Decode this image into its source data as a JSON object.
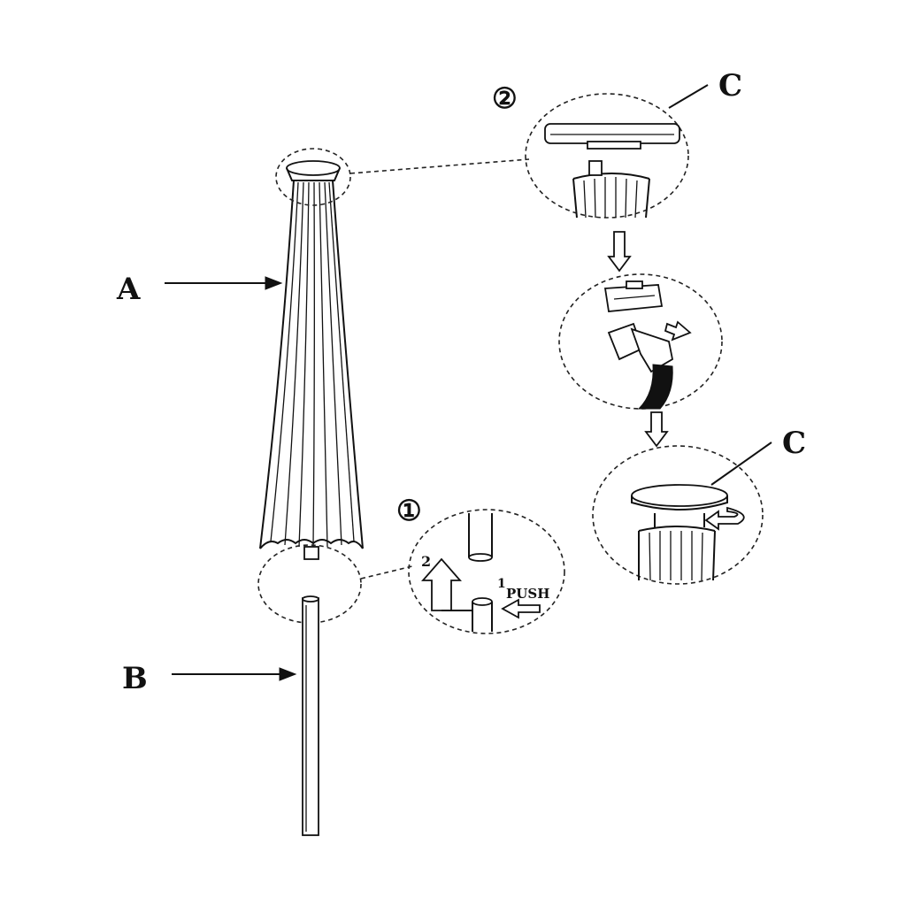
{
  "labels": {
    "a": "A",
    "b": "B",
    "c_top": "C",
    "c_bottom": "C"
  },
  "steps": {
    "step1": "①",
    "step2": "②"
  },
  "detail1": {
    "num2": "2",
    "num1": "1",
    "push": "PUSH"
  },
  "colors": {
    "ink": "#111111",
    "background": "#ffffff"
  }
}
